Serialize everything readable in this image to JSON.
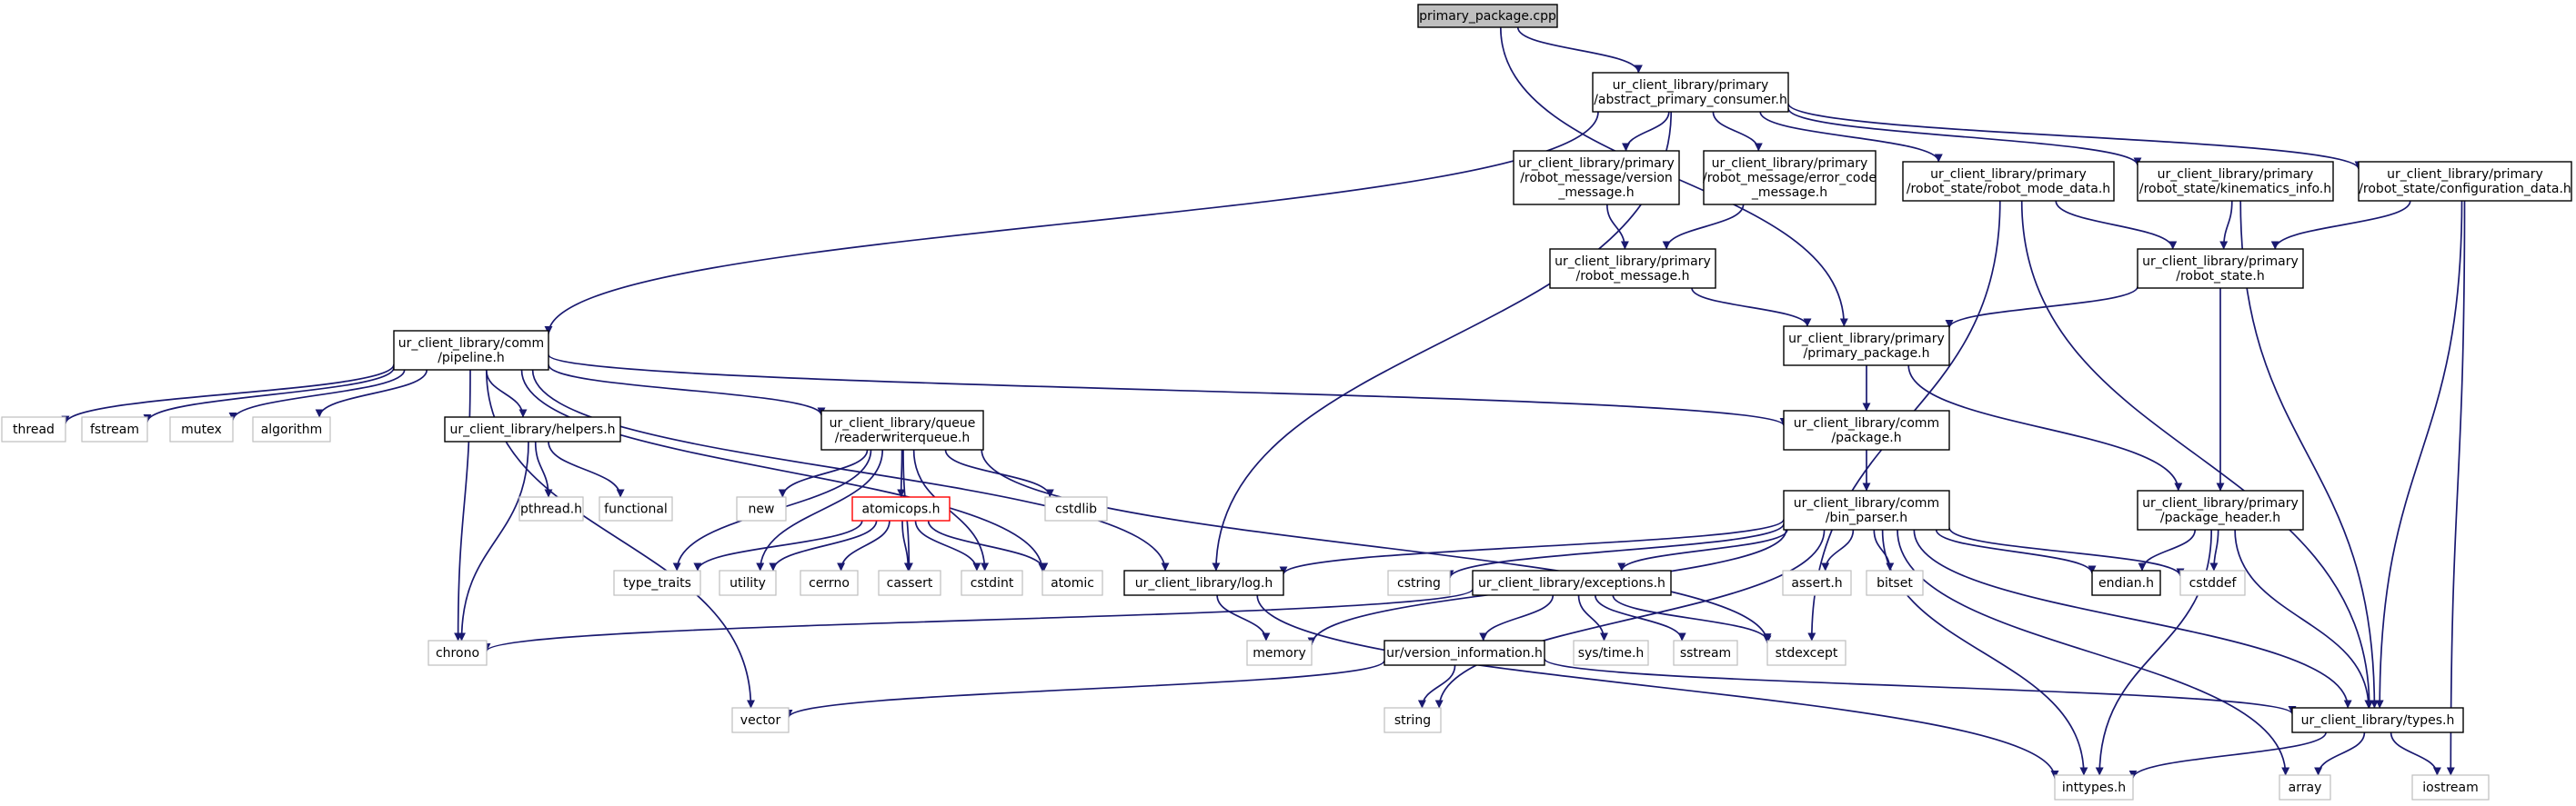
{
  "colors": {
    "edge": "#191970",
    "node_border": "#000000",
    "external_border": "#bfbfbf",
    "truncated_border": "#ff0000",
    "root_fill": "#bfbfbf",
    "node_fill": "#ffffff",
    "text": "#000000"
  },
  "nodes": [
    {
      "id": "primary_package_cpp",
      "lines": [
        "primary_package.cpp"
      ],
      "kind": "root"
    },
    {
      "id": "abstract_primary_consumer",
      "lines": [
        "ur_client_library/primary",
        "/abstract_primary_consumer.h"
      ],
      "kind": "normal"
    },
    {
      "id": "version_message",
      "lines": [
        "ur_client_library/primary",
        "/robot_message/version",
        "_message.h"
      ],
      "kind": "normal"
    },
    {
      "id": "error_code_message",
      "lines": [
        "ur_client_library/primary",
        "/robot_message/error_code",
        "_message.h"
      ],
      "kind": "normal"
    },
    {
      "id": "robot_mode_data",
      "lines": [
        "ur_client_library/primary",
        "/robot_state/robot_mode_data.h"
      ],
      "kind": "normal"
    },
    {
      "id": "kinematics_info",
      "lines": [
        "ur_client_library/primary",
        "/robot_state/kinematics_info.h"
      ],
      "kind": "normal"
    },
    {
      "id": "configuration_data",
      "lines": [
        "ur_client_library/primary",
        "/robot_state/configuration_data.h"
      ],
      "kind": "normal"
    },
    {
      "id": "robot_message",
      "lines": [
        "ur_client_library/primary",
        "/robot_message.h"
      ],
      "kind": "normal"
    },
    {
      "id": "robot_state",
      "lines": [
        "ur_client_library/primary",
        "/robot_state.h"
      ],
      "kind": "normal"
    },
    {
      "id": "primary_package_h",
      "lines": [
        "ur_client_library/primary",
        "/primary_package.h"
      ],
      "kind": "normal"
    },
    {
      "id": "pipeline",
      "lines": [
        "ur_client_library/comm",
        "/pipeline.h"
      ],
      "kind": "normal"
    },
    {
      "id": "thread",
      "lines": [
        "thread"
      ],
      "kind": "external"
    },
    {
      "id": "fstream",
      "lines": [
        "fstream"
      ],
      "kind": "external"
    },
    {
      "id": "mutex",
      "lines": [
        "mutex"
      ],
      "kind": "external"
    },
    {
      "id": "algorithm",
      "lines": [
        "algorithm"
      ],
      "kind": "external"
    },
    {
      "id": "helpers",
      "lines": [
        "ur_client_library/helpers.h"
      ],
      "kind": "normal"
    },
    {
      "id": "readerwriterqueue",
      "lines": [
        "ur_client_library/queue",
        "/readerwriterqueue.h"
      ],
      "kind": "normal"
    },
    {
      "id": "package_h",
      "lines": [
        "ur_client_library/comm",
        "/package.h"
      ],
      "kind": "normal"
    },
    {
      "id": "package_header",
      "lines": [
        "ur_client_library/primary",
        "/package_header.h"
      ],
      "kind": "normal"
    },
    {
      "id": "bin_parser",
      "lines": [
        "ur_client_library/comm",
        "/bin_parser.h"
      ],
      "kind": "normal"
    },
    {
      "id": "pthread",
      "lines": [
        "pthread.h"
      ],
      "kind": "external"
    },
    {
      "id": "functional",
      "lines": [
        "functional"
      ],
      "kind": "external"
    },
    {
      "id": "new",
      "lines": [
        "new"
      ],
      "kind": "external"
    },
    {
      "id": "atomicops",
      "lines": [
        "atomicops.h"
      ],
      "kind": "truncated"
    },
    {
      "id": "cstdlib",
      "lines": [
        "cstdlib"
      ],
      "kind": "external"
    },
    {
      "id": "type_traits",
      "lines": [
        "type_traits"
      ],
      "kind": "external"
    },
    {
      "id": "utility",
      "lines": [
        "utility"
      ],
      "kind": "external"
    },
    {
      "id": "cerrno",
      "lines": [
        "cerrno"
      ],
      "kind": "external"
    },
    {
      "id": "cassert",
      "lines": [
        "cassert"
      ],
      "kind": "external"
    },
    {
      "id": "cstdint",
      "lines": [
        "cstdint"
      ],
      "kind": "external"
    },
    {
      "id": "atomic",
      "lines": [
        "atomic"
      ],
      "kind": "external"
    },
    {
      "id": "log_h",
      "lines": [
        "ur_client_library/log.h"
      ],
      "kind": "normal"
    },
    {
      "id": "cstring",
      "lines": [
        "cstring"
      ],
      "kind": "external"
    },
    {
      "id": "exceptions",
      "lines": [
        "ur_client_library/exceptions.h"
      ],
      "kind": "normal"
    },
    {
      "id": "assert_h",
      "lines": [
        "assert.h"
      ],
      "kind": "external"
    },
    {
      "id": "bitset",
      "lines": [
        "bitset"
      ],
      "kind": "external"
    },
    {
      "id": "endian",
      "lines": [
        "endian.h"
      ],
      "kind": "normal"
    },
    {
      "id": "cstddef",
      "lines": [
        "cstddef"
      ],
      "kind": "external"
    },
    {
      "id": "chrono",
      "lines": [
        "chrono"
      ],
      "kind": "external"
    },
    {
      "id": "memory",
      "lines": [
        "memory"
      ],
      "kind": "external"
    },
    {
      "id": "version_information",
      "lines": [
        "ur/version_information.h"
      ],
      "kind": "normal"
    },
    {
      "id": "sys_time",
      "lines": [
        "sys/time.h"
      ],
      "kind": "external"
    },
    {
      "id": "sstream",
      "lines": [
        "sstream"
      ],
      "kind": "external"
    },
    {
      "id": "stdexcept",
      "lines": [
        "stdexcept"
      ],
      "kind": "external"
    },
    {
      "id": "types_h",
      "lines": [
        "ur_client_library/types.h"
      ],
      "kind": "normal"
    },
    {
      "id": "string",
      "lines": [
        "string"
      ],
      "kind": "external"
    },
    {
      "id": "vector",
      "lines": [
        "vector"
      ],
      "kind": "external"
    },
    {
      "id": "inttypes",
      "lines": [
        "inttypes.h"
      ],
      "kind": "external"
    },
    {
      "id": "array",
      "lines": [
        "array"
      ],
      "kind": "external"
    },
    {
      "id": "iostream",
      "lines": [
        "iostream"
      ],
      "kind": "external"
    }
  ],
  "edges": [
    [
      "primary_package_cpp",
      "abstract_primary_consumer"
    ],
    [
      "primary_package_cpp",
      "primary_package_h"
    ],
    [
      "abstract_primary_consumer",
      "version_message"
    ],
    [
      "abstract_primary_consumer",
      "error_code_message"
    ],
    [
      "abstract_primary_consumer",
      "robot_mode_data"
    ],
    [
      "abstract_primary_consumer",
      "kinematics_info"
    ],
    [
      "abstract_primary_consumer",
      "configuration_data"
    ],
    [
      "abstract_primary_consumer",
      "pipeline"
    ],
    [
      "abstract_primary_consumer",
      "log_h"
    ],
    [
      "version_message",
      "robot_message"
    ],
    [
      "error_code_message",
      "robot_message"
    ],
    [
      "robot_message",
      "primary_package_h"
    ],
    [
      "robot_mode_data",
      "robot_state"
    ],
    [
      "robot_mode_data",
      "stdexcept"
    ],
    [
      "robot_mode_data",
      "types_h"
    ],
    [
      "kinematics_info",
      "robot_state"
    ],
    [
      "kinematics_info",
      "types_h"
    ],
    [
      "configuration_data",
      "robot_state"
    ],
    [
      "configuration_data",
      "types_h"
    ],
    [
      "configuration_data",
      "iostream"
    ],
    [
      "robot_state",
      "primary_package_h"
    ],
    [
      "robot_state",
      "package_header"
    ],
    [
      "primary_package_h",
      "package_h"
    ],
    [
      "primary_package_h",
      "package_header"
    ],
    [
      "pipeline",
      "thread"
    ],
    [
      "pipeline",
      "fstream"
    ],
    [
      "pipeline",
      "mutex"
    ],
    [
      "pipeline",
      "algorithm"
    ],
    [
      "pipeline",
      "helpers"
    ],
    [
      "pipeline",
      "readerwriterqueue"
    ],
    [
      "pipeline",
      "package_h"
    ],
    [
      "pipeline",
      "log_h"
    ],
    [
      "pipeline",
      "atomic"
    ],
    [
      "pipeline",
      "chrono"
    ],
    [
      "pipeline",
      "vector"
    ],
    [
      "helpers",
      "pthread"
    ],
    [
      "helpers",
      "functional"
    ],
    [
      "helpers",
      "chrono"
    ],
    [
      "readerwriterqueue",
      "new"
    ],
    [
      "readerwriterqueue",
      "atomicops"
    ],
    [
      "readerwriterqueue",
      "cstdlib"
    ],
    [
      "readerwriterqueue",
      "type_traits"
    ],
    [
      "readerwriterqueue",
      "utility"
    ],
    [
      "readerwriterqueue",
      "cassert"
    ],
    [
      "readerwriterqueue",
      "cstdint"
    ],
    [
      "readerwriterqueue",
      "stdexcept"
    ],
    [
      "atomicops",
      "type_traits"
    ],
    [
      "atomicops",
      "utility"
    ],
    [
      "atomicops",
      "cerrno"
    ],
    [
      "atomicops",
      "cassert"
    ],
    [
      "atomicops",
      "cstdint"
    ],
    [
      "atomicops",
      "atomic"
    ],
    [
      "package_h",
      "bin_parser"
    ],
    [
      "bin_parser",
      "log_h"
    ],
    [
      "bin_parser",
      "memory"
    ],
    [
      "bin_parser",
      "cstring"
    ],
    [
      "bin_parser",
      "exceptions"
    ],
    [
      "bin_parser",
      "assert_h"
    ],
    [
      "bin_parser",
      "bitset"
    ],
    [
      "bin_parser",
      "endian"
    ],
    [
      "bin_parser",
      "cstddef"
    ],
    [
      "bin_parser",
      "string"
    ],
    [
      "bin_parser",
      "inttypes"
    ],
    [
      "bin_parser",
      "types_h"
    ],
    [
      "bin_parser",
      "array"
    ],
    [
      "package_header",
      "endian"
    ],
    [
      "package_header",
      "cstddef"
    ],
    [
      "package_header",
      "inttypes"
    ],
    [
      "package_header",
      "types_h"
    ],
    [
      "log_h",
      "memory"
    ],
    [
      "log_h",
      "inttypes"
    ],
    [
      "exceptions",
      "chrono"
    ],
    [
      "exceptions",
      "version_information"
    ],
    [
      "exceptions",
      "sys_time"
    ],
    [
      "exceptions",
      "sstream"
    ],
    [
      "exceptions",
      "stdexcept"
    ],
    [
      "version_information",
      "string"
    ],
    [
      "version_information",
      "vector"
    ],
    [
      "version_information",
      "types_h"
    ],
    [
      "types_h",
      "inttypes"
    ],
    [
      "types_h",
      "array"
    ],
    [
      "types_h",
      "iostream"
    ]
  ]
}
